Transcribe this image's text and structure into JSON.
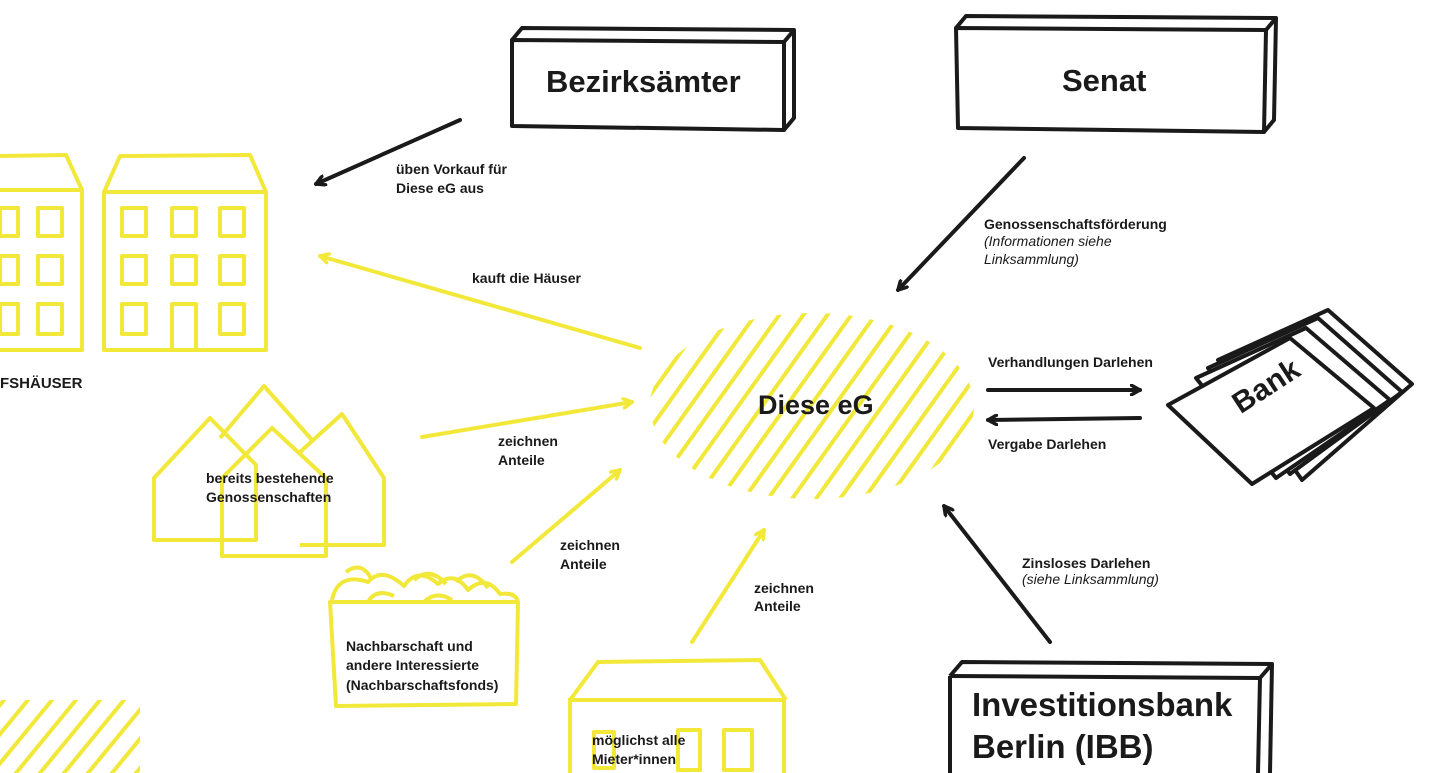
{
  "nodes": {
    "bezirksaemter": "Bezirksämter",
    "senat": "Senat",
    "diese_eg": "Diese eG",
    "bank": "Bank",
    "ibb_line1": "Investitionsbank",
    "ibb_line2": "Berlin (IBB)",
    "vorkaufshaeuser": "FSHÄUSER",
    "genossenschaften_line1": "bereits bestehende",
    "genossenschaften_line2": "Genossenschaften",
    "nachbarschaft_line1": "Nachbarschaft und",
    "nachbarschaft_line2": "andere Interessierte",
    "nachbarschaft_line3": "(Nachbarschaftsfonds)",
    "mieter_line1": "möglichst alle",
    "mieter_line2": "Mieter*innen"
  },
  "edges": {
    "vorkauf_line1": "üben Vorkauf für",
    "vorkauf_line2": "Diese eG aus",
    "foerderung": "Genossenschaftsförderung",
    "foerderung_note_line1": "(Informationen siehe",
    "foerderung_note_line2": "Linksammlung)",
    "kauft": "kauft die Häuser",
    "verhandlungen": "Verhandlungen Darlehen",
    "vergabe": "Vergabe Darlehen",
    "zeichnen_1_line1": "zeichnen",
    "zeichnen_1_line2": "Anteile",
    "zeichnen_2_line1": "zeichnen",
    "zeichnen_2_line2": "Anteile",
    "zeichnen_3_line1": "zeichnen",
    "zeichnen_3_line2": "Anteile",
    "zinslos": "Zinsloses Darlehen",
    "zinslos_note": "(siehe Linksammlung)"
  },
  "colors": {
    "ink": "#1a1a1a",
    "highlight": "#f2e83a"
  }
}
